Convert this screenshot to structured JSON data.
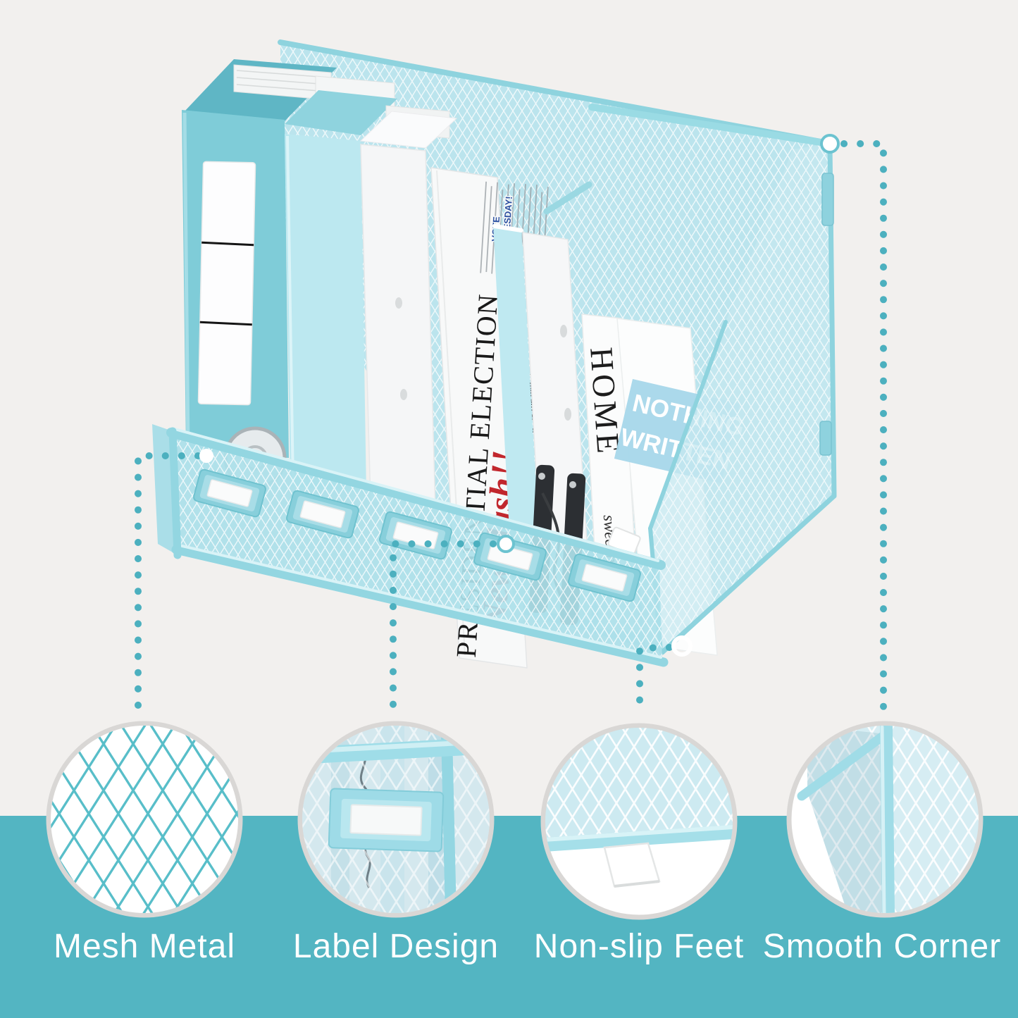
{
  "page": {
    "background": "#f2f0ee",
    "band_color": "#53b5c2",
    "accent": "#4cb0bf",
    "ring_color": "#d9d7d5"
  },
  "features": [
    {
      "label": "Mesh Metal"
    },
    {
      "label": "Label Design"
    },
    {
      "label": "Non-slip Feet"
    },
    {
      "label": "Smooth Corner"
    }
  ],
  "product": {
    "type": "mesh-desktop-magazine-file-organizer",
    "colors": {
      "mesh": "#b0e1ea",
      "frame": "#93d6e1",
      "binder_teal": "#7fccd8",
      "binder_blue": "#bce8f0",
      "patch_blue": "#a6d7ea",
      "newsflash_red": "#c1272d",
      "vote_blue": "#2b50a1"
    },
    "newspaper": {
      "kicker_line1": "VOTE",
      "kicker_line2": "TUESDAY!",
      "headline": "PRESIDENTIAL ELECTION",
      "flash": "Newsflash!!",
      "body_line1": "This Tuesday, American's",
      "body_line2": "go to the polls to vote in Our",
      "body_line3": "primary election."
    },
    "home_magazine": {
      "title": "HOME",
      "subtitle": "sweet home"
    },
    "nothing_magazine": {
      "line1": "NOTHING",
      "line2": "WRITTEN"
    }
  }
}
